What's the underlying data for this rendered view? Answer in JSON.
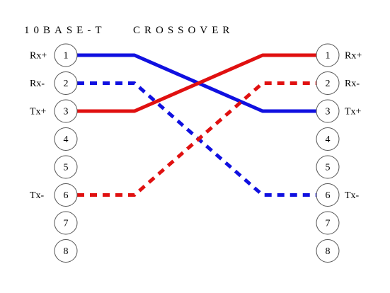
{
  "title": {
    "left": "10BASE-T",
    "right": "CROSSOVER"
  },
  "left_pins": [
    {
      "num": "1",
      "label": "Rx+"
    },
    {
      "num": "2",
      "label": "Rx-"
    },
    {
      "num": "3",
      "label": "Tx+"
    },
    {
      "num": "4",
      "label": ""
    },
    {
      "num": "5",
      "label": ""
    },
    {
      "num": "6",
      "label": "Tx-"
    },
    {
      "num": "7",
      "label": ""
    },
    {
      "num": "8",
      "label": ""
    }
  ],
  "right_pins": [
    {
      "num": "1",
      "label": "Rx+"
    },
    {
      "num": "2",
      "label": "Rx-"
    },
    {
      "num": "3",
      "label": "Tx+"
    },
    {
      "num": "4",
      "label": ""
    },
    {
      "num": "5",
      "label": ""
    },
    {
      "num": "6",
      "label": "Tx-"
    },
    {
      "num": "7",
      "label": ""
    },
    {
      "num": "8",
      "label": ""
    }
  ],
  "wires": [
    {
      "from": "1",
      "to": "3",
      "color": "#1010e0",
      "style": "solid"
    },
    {
      "from": "2",
      "to": "6",
      "color": "#1010e0",
      "style": "dashed"
    },
    {
      "from": "3",
      "to": "1",
      "color": "#e01010",
      "style": "solid"
    },
    {
      "from": "6",
      "to": "2",
      "color": "#e01010",
      "style": "dashed"
    }
  ]
}
